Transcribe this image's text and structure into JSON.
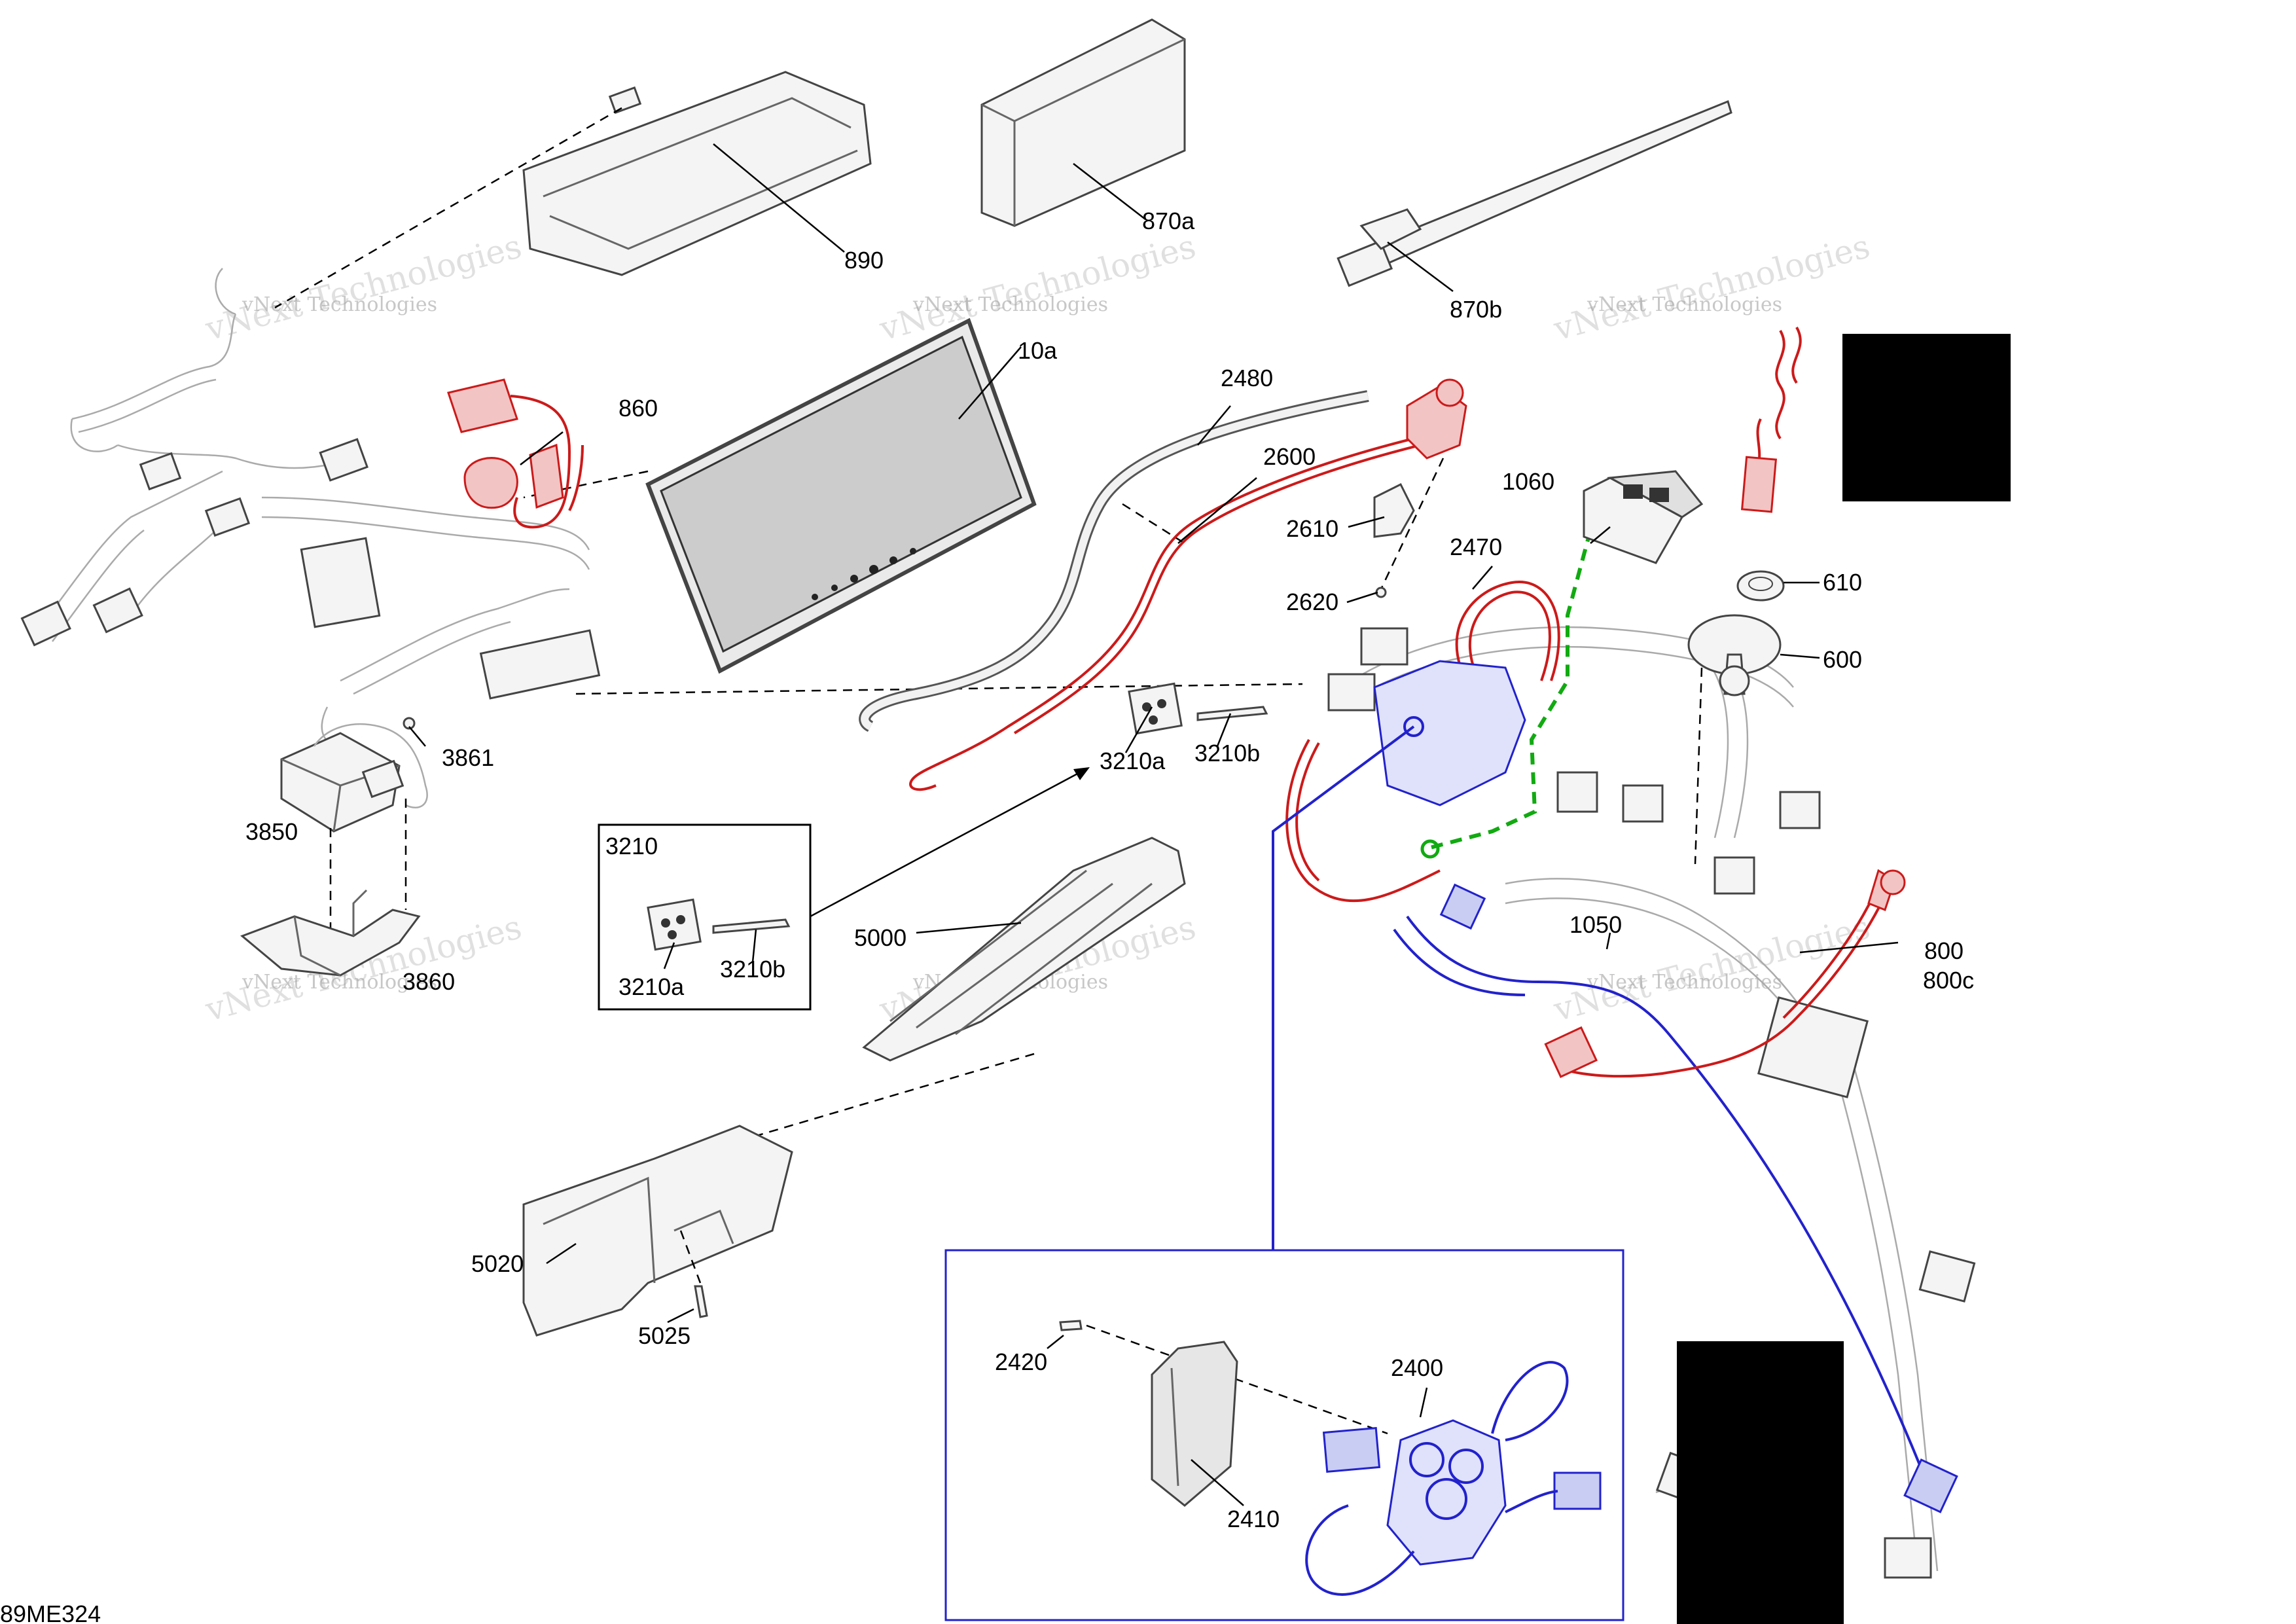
{
  "diagram": {
    "drawing_number": "89ME324",
    "watermark_text": "vNext Technologies",
    "callouts": [
      {
        "id": "c890",
        "text": "890"
      },
      {
        "id": "c870a",
        "text": "870a"
      },
      {
        "id": "c870b",
        "text": "870b"
      },
      {
        "id": "c10a",
        "text": "10a"
      },
      {
        "id": "c860",
        "text": "860"
      },
      {
        "id": "c2480",
        "text": "2480"
      },
      {
        "id": "c2600",
        "text": "2600"
      },
      {
        "id": "c2610",
        "text": "2610"
      },
      {
        "id": "c2620",
        "text": "2620"
      },
      {
        "id": "c1060",
        "text": "1060"
      },
      {
        "id": "c2470",
        "text": "2470"
      },
      {
        "id": "c610",
        "text": "610"
      },
      {
        "id": "c600",
        "text": "600"
      },
      {
        "id": "c3861",
        "text": "3861"
      },
      {
        "id": "c3850",
        "text": "3850"
      },
      {
        "id": "c3860",
        "text": "3860"
      },
      {
        "id": "c3210a",
        "text": "3210a"
      },
      {
        "id": "c3210b",
        "text": "3210b"
      },
      {
        "id": "c3210",
        "text": "3210"
      },
      {
        "id": "c3210a_box",
        "text": "3210a"
      },
      {
        "id": "c3210b_box",
        "text": "3210b"
      },
      {
        "id": "c5000",
        "text": "5000"
      },
      {
        "id": "c1050",
        "text": "1050"
      },
      {
        "id": "c800",
        "text": "800"
      },
      {
        "id": "c800c",
        "text": "800c"
      },
      {
        "id": "c5020",
        "text": "5020"
      },
      {
        "id": "c5025",
        "text": "5025"
      },
      {
        "id": "c2420",
        "text": "2420"
      },
      {
        "id": "c2400",
        "text": "2400"
      },
      {
        "id": "c2410",
        "text": "2410"
      }
    ],
    "colors": {
      "highlight_red": "#cc1a1a",
      "highlight_blue": "#2222cc",
      "highlight_green": "#11aa11",
      "redaction": "#000000"
    }
  }
}
